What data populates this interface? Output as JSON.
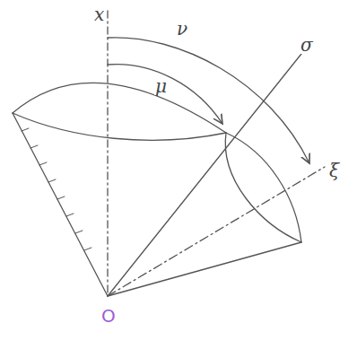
{
  "diagram": {
    "labels": [
      "x",
      "ν",
      "μ",
      "σ",
      "ξ",
      "O"
    ]
  }
}
